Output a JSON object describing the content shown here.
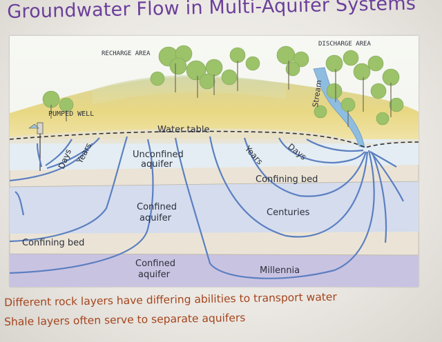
{
  "slide": {
    "title": "Groundwater Flow in Multi-Aquifer Systems",
    "bullets": [
      "Different rock layers have differing abilities to transport water",
      "Shale layers often serve to separate aquifers"
    ]
  },
  "diagram": {
    "labels": {
      "recharge_area": "RECHARGE AREA",
      "discharge_area": "DISCHARGE AREA",
      "stream": "Stream",
      "pumped_well": "PUMPED WELL",
      "water_table": "Water table",
      "days_left": "Days",
      "years_left": "Years",
      "years_right": "Years",
      "days_right": "Days",
      "unconfined_aquifer_line1": "Unconfined",
      "unconfined_aquifer_line2": "aquifer",
      "confining_bed_upper": "Confining bed",
      "confined_aquifer_upper_line1": "Confined",
      "confined_aquifer_upper_line2": "aquifer",
      "centuries": "Centuries",
      "confining_bed_lower": "Confining bed",
      "confined_aquifer_lower_line1": "Confined",
      "confined_aquifer_lower_line2": "aquifer",
      "millennia": "Millennia"
    },
    "colors": {
      "land_surface": "#e6d98a",
      "unconfined_aquifer": "#e4edf3",
      "confining_bed": "#ebe4d6",
      "confined_aquifer": "#d4dcee",
      "lower_confined_aquifer": "#c9c3e2",
      "flow_lines": "#5b7fc0",
      "trees": "#9cc26a",
      "title": "#6a3f9a",
      "bullet_text": "#a4441c"
    }
  }
}
